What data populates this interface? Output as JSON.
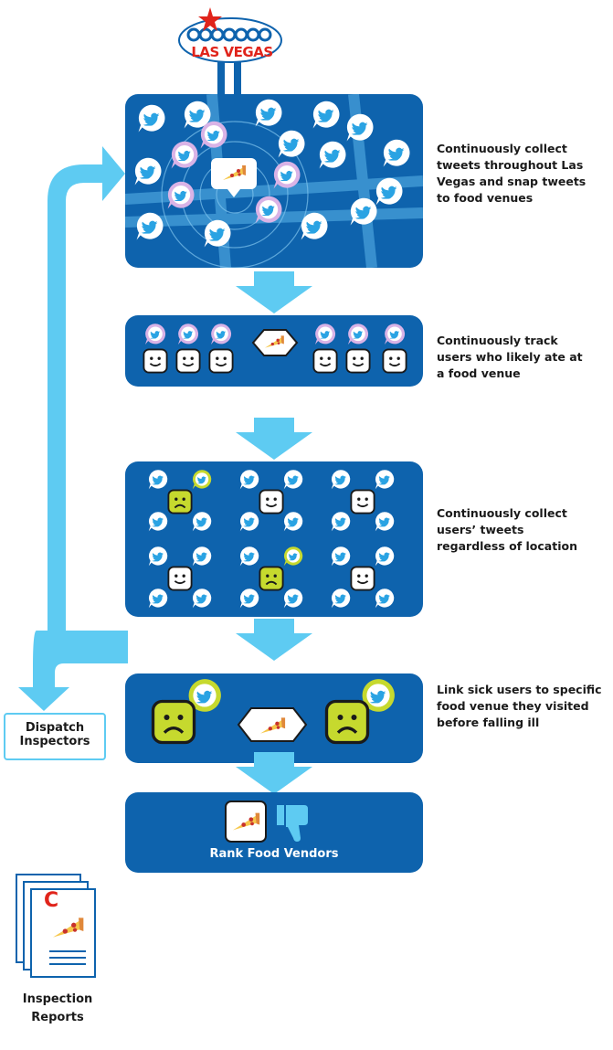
{
  "sign": {
    "line1": "LAS VEGAS"
  },
  "steps": [
    {
      "caption_lines": [
        "Continuously collect",
        "tweets throughout Las",
        "Vegas and snap tweets",
        "to food venues"
      ]
    },
    {
      "caption_lines": [
        "Continuously track",
        "users who likely ate at",
        "a food venue"
      ]
    },
    {
      "caption_lines": [
        "Continuously collect",
        "users’ tweets",
        "regardless of location"
      ]
    },
    {
      "caption_lines": [
        "Link sick users to specific",
        "food venue they visited",
        "before falling ill"
      ]
    }
  ],
  "rank": {
    "label": "Rank Food Vendors"
  },
  "dispatch": {
    "line1": "Dispatch",
    "line2": "Inspectors"
  },
  "reports": {
    "grade": "C",
    "line1": "Inspection",
    "line2": "Reports"
  },
  "colors": {
    "panel": "#0e63ad",
    "arrow": "#5ecbf2",
    "sick": "#c6d92e",
    "bubble_pink": "#d9b3e6",
    "grade_red": "#e0241b"
  },
  "icons": [
    "twitter-bird-icon",
    "pizza-icon",
    "smiley-icon",
    "sad-face-icon",
    "thumbs-down-icon",
    "report-icon"
  ]
}
